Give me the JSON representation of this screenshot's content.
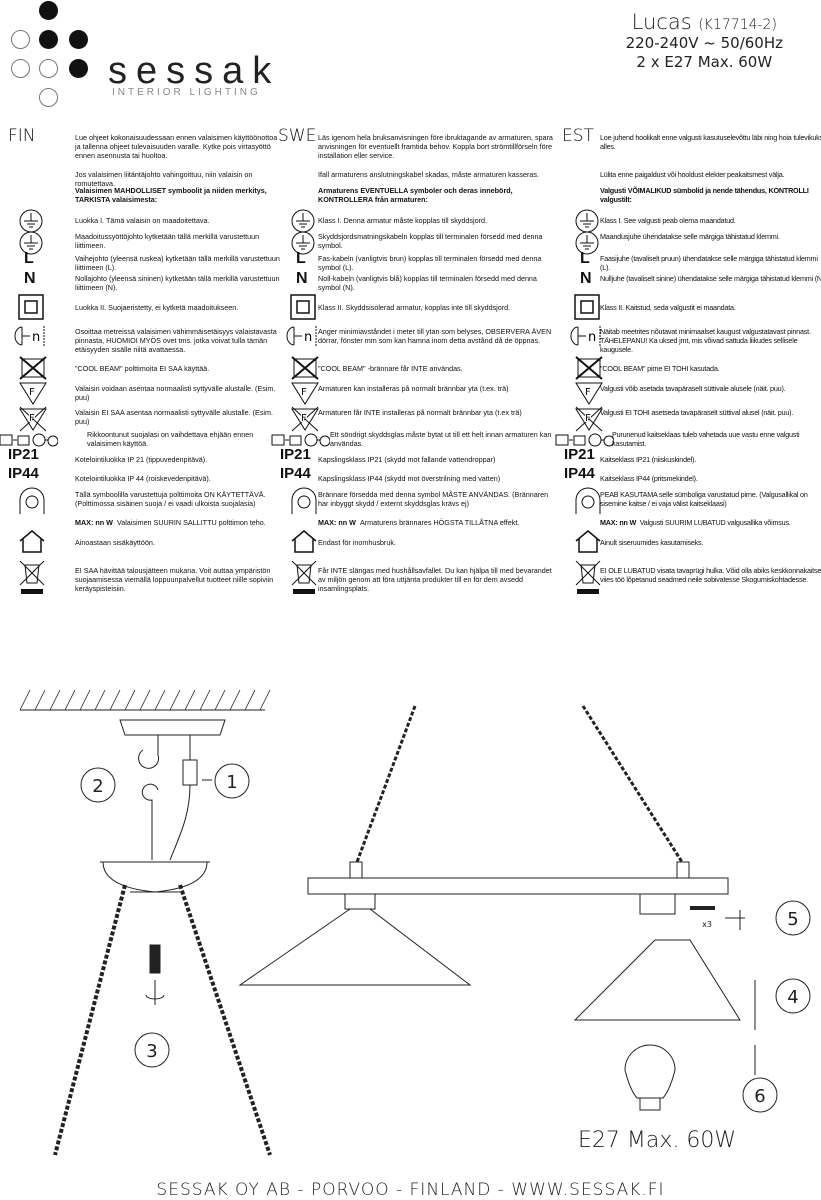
{
  "brand": {
    "name": "sessak",
    "tagline": "INTERIOR LIGHTING"
  },
  "product": {
    "name": "Lucas",
    "code": "(K17714-2)",
    "voltage": "220-240V ~ 50/60Hz",
    "bulbs": "2 x E27 Max. 60W"
  },
  "columns": [
    {
      "lang": "FIN",
      "intro": "Lue ohjeet kokonaisuudessaan ennen valaisimen käyttöönottoa ja tallenna ohjeet tulevaisuuden varalle. Kytke pois virtasyöttö ennen asennusta tai huoltoa.",
      "cable": "Jos valaisimen liitäntäjohto vahingoittuu, niin valaisin on romutettava.",
      "heading": "Valaisimen MAHDOLLISET symboolit ja niiden merkitys, TARKISTA valaisimesta:",
      "class1": "Luokka I. Tämä valaisin on maadoitettava.",
      "earth": "Maadoitussyöttöjohto kytketään tällä merkillä varustettuun liittimeen.",
      "live": "Vaihejohto (yleensä ruskea) kytketään tällä merkillä varustettuun liittimeen (L).",
      "neutral": "Nollajohto (yleensä sininen) kytketään tällä merkillä varustettuun liittimeen (N).",
      "class2": "Luokka II. Suojaeristetty, ei kytketä maadoitukseen.",
      "distance": "Osoittaa metreissä valaisimen vähimmäisetäisyys valaistavasta pinnasta, HUOMIOI MYÖS ovet tms. jotka voivat tulla tämän etäisyyden sisälle niitä avattaessa.",
      "coolbeam": "\"COOL BEAM\" polttimoita EI SAA käyttää.",
      "flam": "Valaisin voidaan asentaa normaalisti syttyvälle alustalle. (Esim. puu)",
      "noflam": "Valaisin EI SAA asentaa normaalisti syttyvälle alustalle. (Esim. puu)",
      "glass": "Rikkoontunut suojalasi on vaihdettava ehjään ennen valaisimen käyttöä.",
      "ip21": "Kotelointiluokka IP 21 (tippuvedenpitävä).",
      "ip44": "Kotelointiluokka IP 44 (roiskevedenpitävä).",
      "bulb": "Tällä symboolilla varustettuja polttimoita ON KÄYTETTÄVÄ. (Polttimossa sisäinen suoja / ei vaadi ulkoista suojalasia)",
      "max": "Valaisimen SUURIN SALLITTU polttimon teho.",
      "indoor": "Ainoastaan sisäkäyttöön.",
      "weee": "EI SAA hävittää talousjätteen mukana. Voit auttaa ympäristön suojaamisessa viemällä loppuunpalvellut tuotteet niille sopiviin keräyspisteisiin."
    },
    {
      "lang": "SWE",
      "intro": "Läs igenom hela bruksanvisningen före ibruktagande av armaturen, spara anvisningen för eventuellt framtida behov. Koppla bort strömtillförseln före installation eller service.",
      "cable": "Ifall armaturens anslutningskabel skadas, måste armaturen kasseras.",
      "heading": "Armaturens EVENTUELLA symboler och deras innebörd, KONTROLLERA från armaturen:",
      "class1": "Klass I. Denna armatur måste kopplas till skyddsjord.",
      "earth": "Skyddsjordsmatningskabeln kopplas till terminalen försedd med denna symbol.",
      "live": "Fas-kabeln (vanligtvis brun) kopplas till terminalen försedd med denna symbol (L).",
      "neutral": "Noll-kabeln (vanligtvis blå) kopplas till terminalen försedd med denna symbol (N).",
      "class2": "Klass II. Skyddsisolerad armatur, kopplas inte till skyddsjord.",
      "distance": "Anger minimiavståndet i meter till ytan som belyses, OBSERVERA ÄVEN dörrar, fönster mm som kan hamna inom detta avstånd då de öppnas.",
      "coolbeam": "\"COOL BEAM\" -brännare får INTE användas.",
      "flam": "Armaturen kan installeras på normalt brännbar yta (t.ex. trä)",
      "noflam": "Armaturen får INTE installeras på normalt brännbar yta (t.ex trä)",
      "glass": "Ett söndrigt skyddsglas måste bytat ut till ett helt innan armaturen kan användas.",
      "ip21": "Kapslingsklass IP21 (skydd mot fallande vattendroppar)",
      "ip44": "Kapslingsklass IP44 (skydd mot överstrilning med vatten)",
      "bulb": "Brännare försedda med denna symbol MÅSTE ANVÄNDAS. (Brännaren har inbyggt skydd / externt skyddsglas krävs ej)",
      "max": "Armaturens brännares HÖGSTA TILLÅTNA effekt.",
      "indoor": "Endast för inomhusbruk.",
      "weee": "Får INTE slängas med hushållsavfallet. Du kan hjälpa till med bevarandet av miljön genom att föra uttjänta produkter till en för dem avsedd insamlingsplats."
    },
    {
      "lang": "EST",
      "intro": "Loe juhend hoolikalt enne valgusti kasutuselevõttu läbi ning hoia tulevikuks alles.",
      "cable": "Lülita enne paigaldust või hooldust elekter peakaitsmest välja.",
      "heading": "Valgusti VÕIMALIKUD sümbolid ja nende tähendus, KONTROLLI valgustilt:",
      "class1": "Klass I. See valgusti peab olema maandatud.",
      "earth": "Maandusjuhe ühendatakse selle märgiga tähistatud klemmi.",
      "live": "Faasijuhe (tavaliselt pruun) ühendatakse selle märgiga tähistatud klemmi (L).",
      "neutral": "Nulljuhe (tavaliselt sinine) ühendatakse selle märgiga tähistatud klemmi (N).",
      "class2": "Klass II. Kaitstud, seda valgustit ei maandata.",
      "distance": "Näitab meetrites nõutavat minimaalset kaugust valgustatavast pinnast. TÄHELEPANU! Ka uksed jmt, mis võivad sattuda liikudes sellisele kaugusele.",
      "coolbeam": "\"COOL BEAM\" pirne EI TOHI kasutada.",
      "flam": "Valgusti võib asetada tavapäraselt süttivale alusele (näit. puu).",
      "noflam": "Valgusti EI TOHI asetseda tavapäraselt süttival alusel (näit. puu).",
      "glass": "Purunenud kaitseklaas tuleb vahetada uue vastu enne valgusti kasutamist.",
      "ip21": "Kaitseklass IP21 (niiskuskindel).",
      "ip44": "Kaitseklass IP44 (pritsmekindel).",
      "bulb": "PEAB KASUTAMA selle sümboliga varustatud pirne. (Valgusallikal on sisemine kaitse / ei vaja välist kaitseklaasi)",
      "max": "Valgusti SUURIM LUBATUD valgusallika võimsus.",
      "indoor": "Ainult siseruumides kasutamiseks.",
      "weee": "EI OLE LUBATUD visata tavaprügi hulka. Võid olla abiks keskkonnakaitsel, viies töö lõpetanud seadmed neile sobivatesse Skogumiskohtadesse."
    }
  ],
  "symbols": {
    "L": "L",
    "N": "N",
    "ip21": "IP21",
    "ip44": "IP44",
    "max": "MAX:  nn W",
    "n": "n"
  },
  "diagram": {
    "steps": [
      "1",
      "2",
      "3",
      "4",
      "5",
      "6"
    ],
    "screws": "x3",
    "bulb_spec": "E27 Max. 60W"
  },
  "footer": "SESSAK OY AB - PORVOO - FINLAND - WWW.SESSAK.FI"
}
